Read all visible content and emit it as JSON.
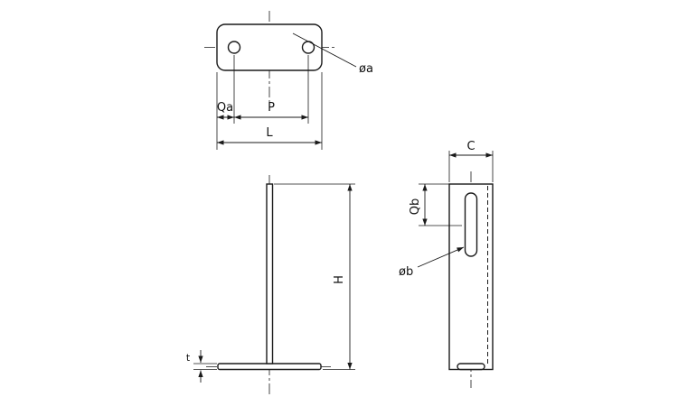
{
  "colors": {
    "line": "#1a1a1a",
    "background": "#ffffff"
  },
  "views": {
    "top": {
      "dim_hole_diameter": "øa",
      "dim_edge_to_hole": "Qa",
      "dim_hole_spacing": "P",
      "dim_overall_length": "L"
    },
    "front": {
      "dim_height": "H",
      "dim_thickness": "t"
    },
    "side": {
      "dim_width": "C",
      "dim_slot_offset": "Qb",
      "dim_slot_diameter": "øb"
    }
  }
}
